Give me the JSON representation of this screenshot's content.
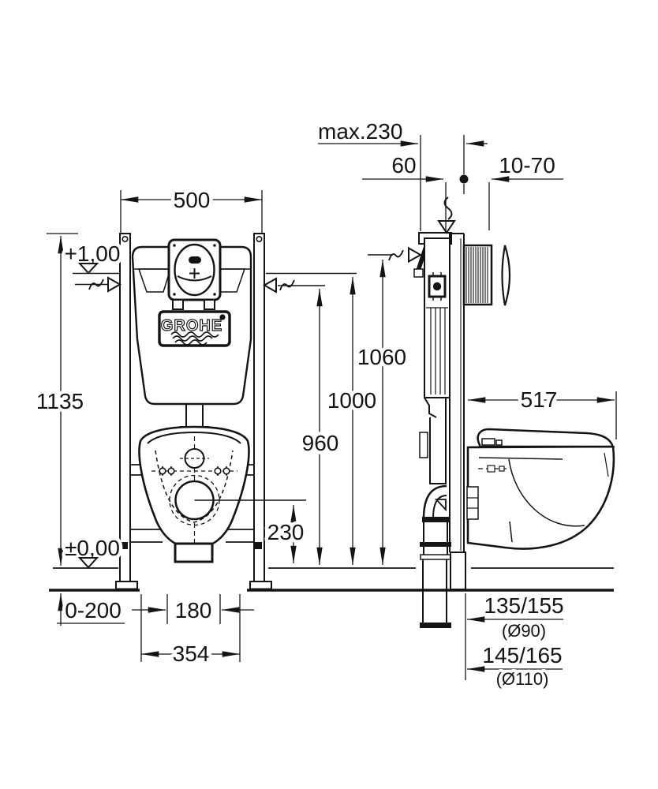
{
  "drawing": {
    "brand_logo": "GROHE",
    "front_view": {
      "frame_width": "500",
      "frame_height": "1135",
      "actuation_level": "+1,00",
      "floor_level": "±0,00",
      "outlet_height": "230",
      "floor_buildup": "0-200",
      "bolt_spacing": "180",
      "plate_width": "354"
    },
    "side_view": {
      "max_depth": "max.230",
      "top_offset": "60",
      "plate_range": "10-70",
      "h_1060": "1060",
      "h_1000": "1000",
      "h_960": "960",
      "bowl_depth": "517",
      "outlet_a_offset": "135/155",
      "outlet_a_dia": "(Ø90)",
      "outlet_b_offset": "145/165",
      "outlet_b_dia": "(Ø110)"
    }
  }
}
